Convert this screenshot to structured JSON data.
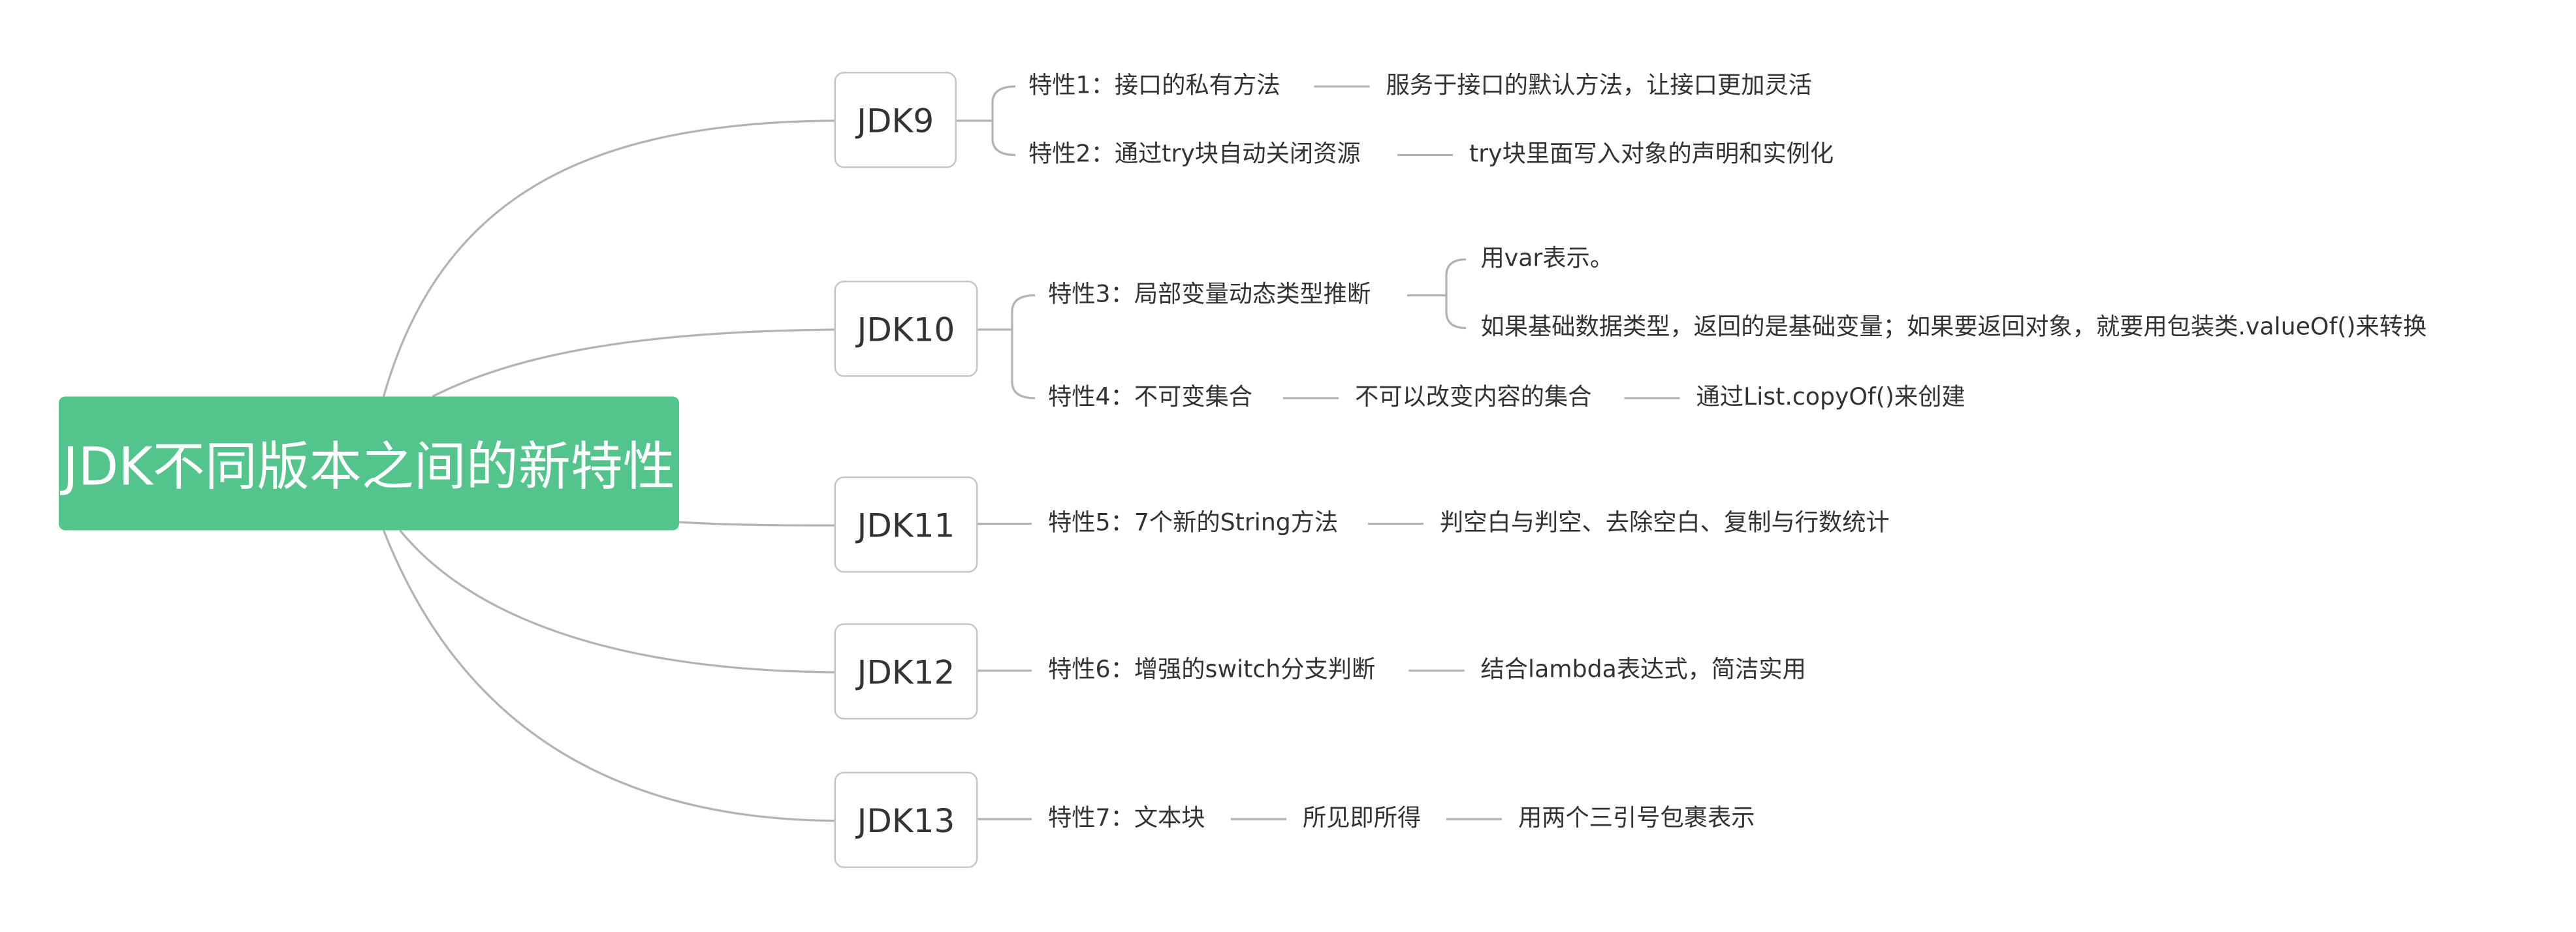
{
  "root": {
    "title": "JDK不同版本之间的新特性"
  },
  "branches": [
    {
      "label": "JDK9",
      "features": [
        {
          "name": "特性1：接口的私有方法",
          "detail": "服务于接口的默认方法，让接口更加灵活"
        },
        {
          "name": "特性2：通过try块自动关闭资源",
          "detail": "try块里面写入对象的声明和实例化"
        }
      ]
    },
    {
      "label": "JDK10",
      "features": [
        {
          "name": "特性3：局部变量动态类型推断",
          "notes": [
            "用var表示。",
            "如果基础数据类型，返回的是基础变量；如果要返回对象，就要用包装类.valueOf()来转换"
          ]
        },
        {
          "name": "特性4：不可变集合",
          "detail": "不可以改变内容的集合",
          "detail2": "通过List.copyOf()来创建"
        }
      ]
    },
    {
      "label": "JDK11",
      "features": [
        {
          "name": "特性5：7个新的String方法",
          "detail": "判空白与判空、去除空白、复制与行数统计"
        }
      ]
    },
    {
      "label": "JDK12",
      "features": [
        {
          "name": "特性6：增强的switch分支判断",
          "detail": "结合lambda表达式，简洁实用"
        }
      ]
    },
    {
      "label": "JDK13",
      "features": [
        {
          "name": "特性7：文本块",
          "detail": "所见即所得",
          "detail2": "用两个三引号包裹表示"
        }
      ]
    }
  ]
}
